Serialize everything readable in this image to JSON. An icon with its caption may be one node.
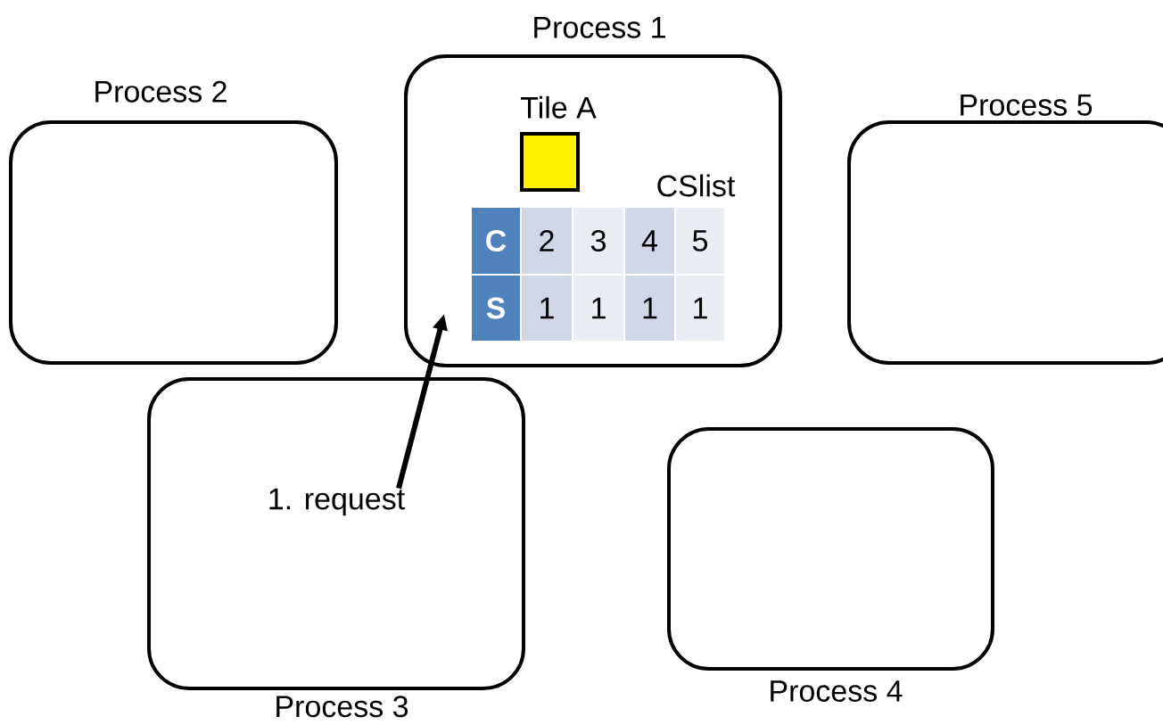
{
  "diagram": {
    "nodes": [
      {
        "text": [
          "Process 1"
        ]
      },
      {
        "text": [
          "Tile A"
        ],
        "in": 0
      },
      {
        "text": [
          "Process 2"
        ]
      },
      {
        "text": [
          "Process 5"
        ]
      },
      {
        "text": [
          "Process 3"
        ]
      },
      {
        "text": [
          "1. request"
        ],
        "in": 4
      },
      {
        "text": [
          "Process 4"
        ]
      }
    ],
    "edges": [
      {
        "from": 5,
        "to": 0,
        "arrow": "to"
      }
    ],
    "labels": [
      "CSlist",
      "C",
      "2",
      "3",
      "4",
      "5",
      "S",
      "1",
      "1",
      "1",
      "1"
    ]
  }
}
